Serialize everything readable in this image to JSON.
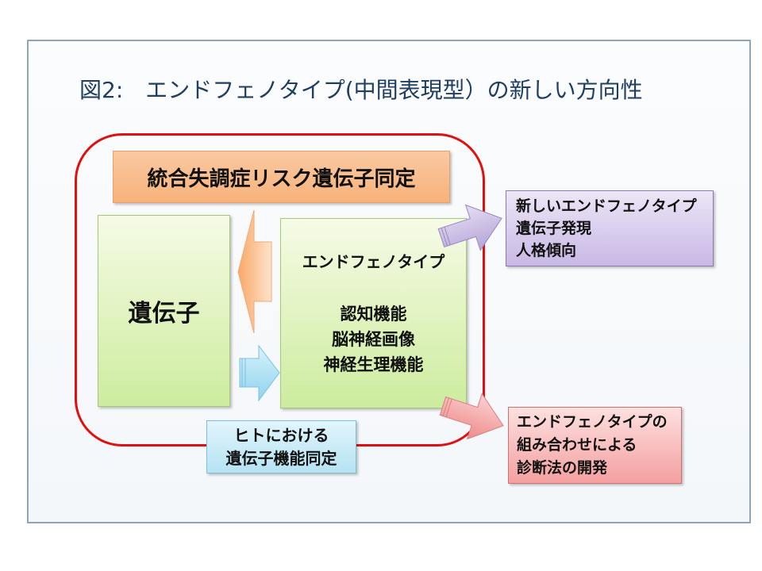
{
  "title": "図2:　エンドフェノタイプ(中間表現型）の新しい方向性",
  "boxes": {
    "risk_gene": "統合失調症リスク遺伝子同定",
    "gene": "遺伝子",
    "endophenotype_heading": "エンドフェノタイプ",
    "endophenotype_items": [
      "認知機能",
      "脳神経画像",
      "神経生理機能"
    ],
    "human_gene_function": [
      "ヒトにおける",
      "遺伝子機能同定"
    ],
    "new_directions": [
      "新しいエンドフェノタイプ",
      "遺伝子発現",
      "人格傾向"
    ],
    "diagnosis": [
      "エンドフェノタイプの",
      "組み合わせによる",
      "診断法の開発"
    ]
  },
  "colors": {
    "frame_border": "#8ea6b8",
    "title": "#1f3e64",
    "red_outline": "#e01010",
    "orange": "#f7b27a",
    "green": "#cdec9e",
    "blue": "#b5e3f3",
    "purple": "#c8b8e4",
    "pink": "#f4a0a0"
  }
}
